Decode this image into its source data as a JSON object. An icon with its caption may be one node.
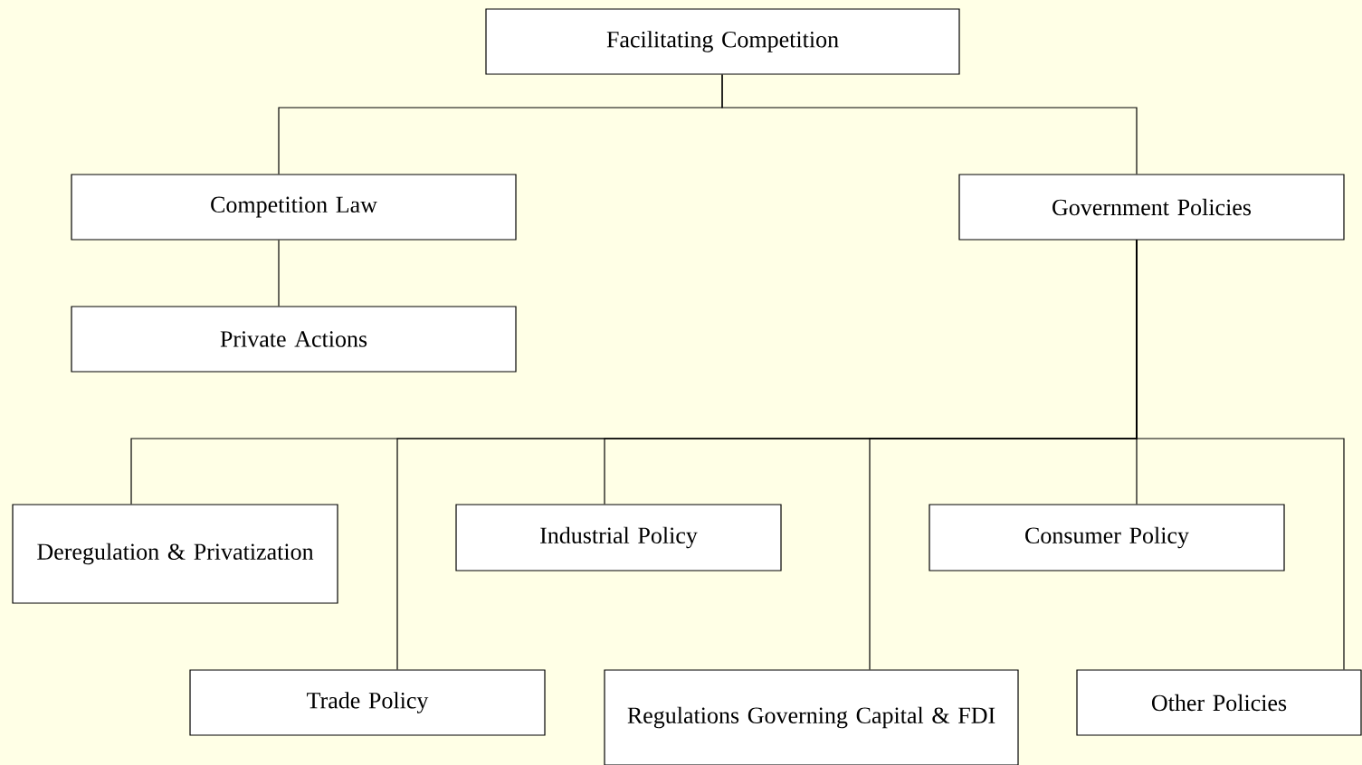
{
  "diagram": {
    "nodes": [
      {
        "text": [
          "Facilitating Competition"
        ]
      },
      {
        "text": [
          "Competition Law"
        ]
      },
      {
        "text": [
          "Government Policies"
        ]
      },
      {
        "text": [
          "Private Actions"
        ]
      },
      {
        "text": [
          "Deregulation & Privatization"
        ]
      },
      {
        "text": [
          "Industrial Policy"
        ]
      },
      {
        "text": [
          "Consumer Policy"
        ]
      },
      {
        "text": [
          "Trade Policy"
        ]
      },
      {
        "text": [
          "Regulations Governing Capital & FDI"
        ]
      },
      {
        "text": [
          "Other Policies"
        ]
      }
    ],
    "edges": [
      {
        "from": 0,
        "to": 1,
        "arrow": "none"
      },
      {
        "from": 0,
        "to": 2,
        "arrow": "none"
      },
      {
        "from": 1,
        "to": 3,
        "arrow": "none"
      },
      {
        "from": 2,
        "to": 4,
        "arrow": "none"
      },
      {
        "from": 2,
        "to": 7,
        "arrow": "none"
      },
      {
        "from": 2,
        "to": 5,
        "arrow": "none"
      },
      {
        "from": 2,
        "to": 8,
        "arrow": "none"
      },
      {
        "from": 2,
        "to": 6,
        "arrow": "none"
      },
      {
        "from": 2,
        "to": 9,
        "arrow": "none"
      }
    ]
  }
}
